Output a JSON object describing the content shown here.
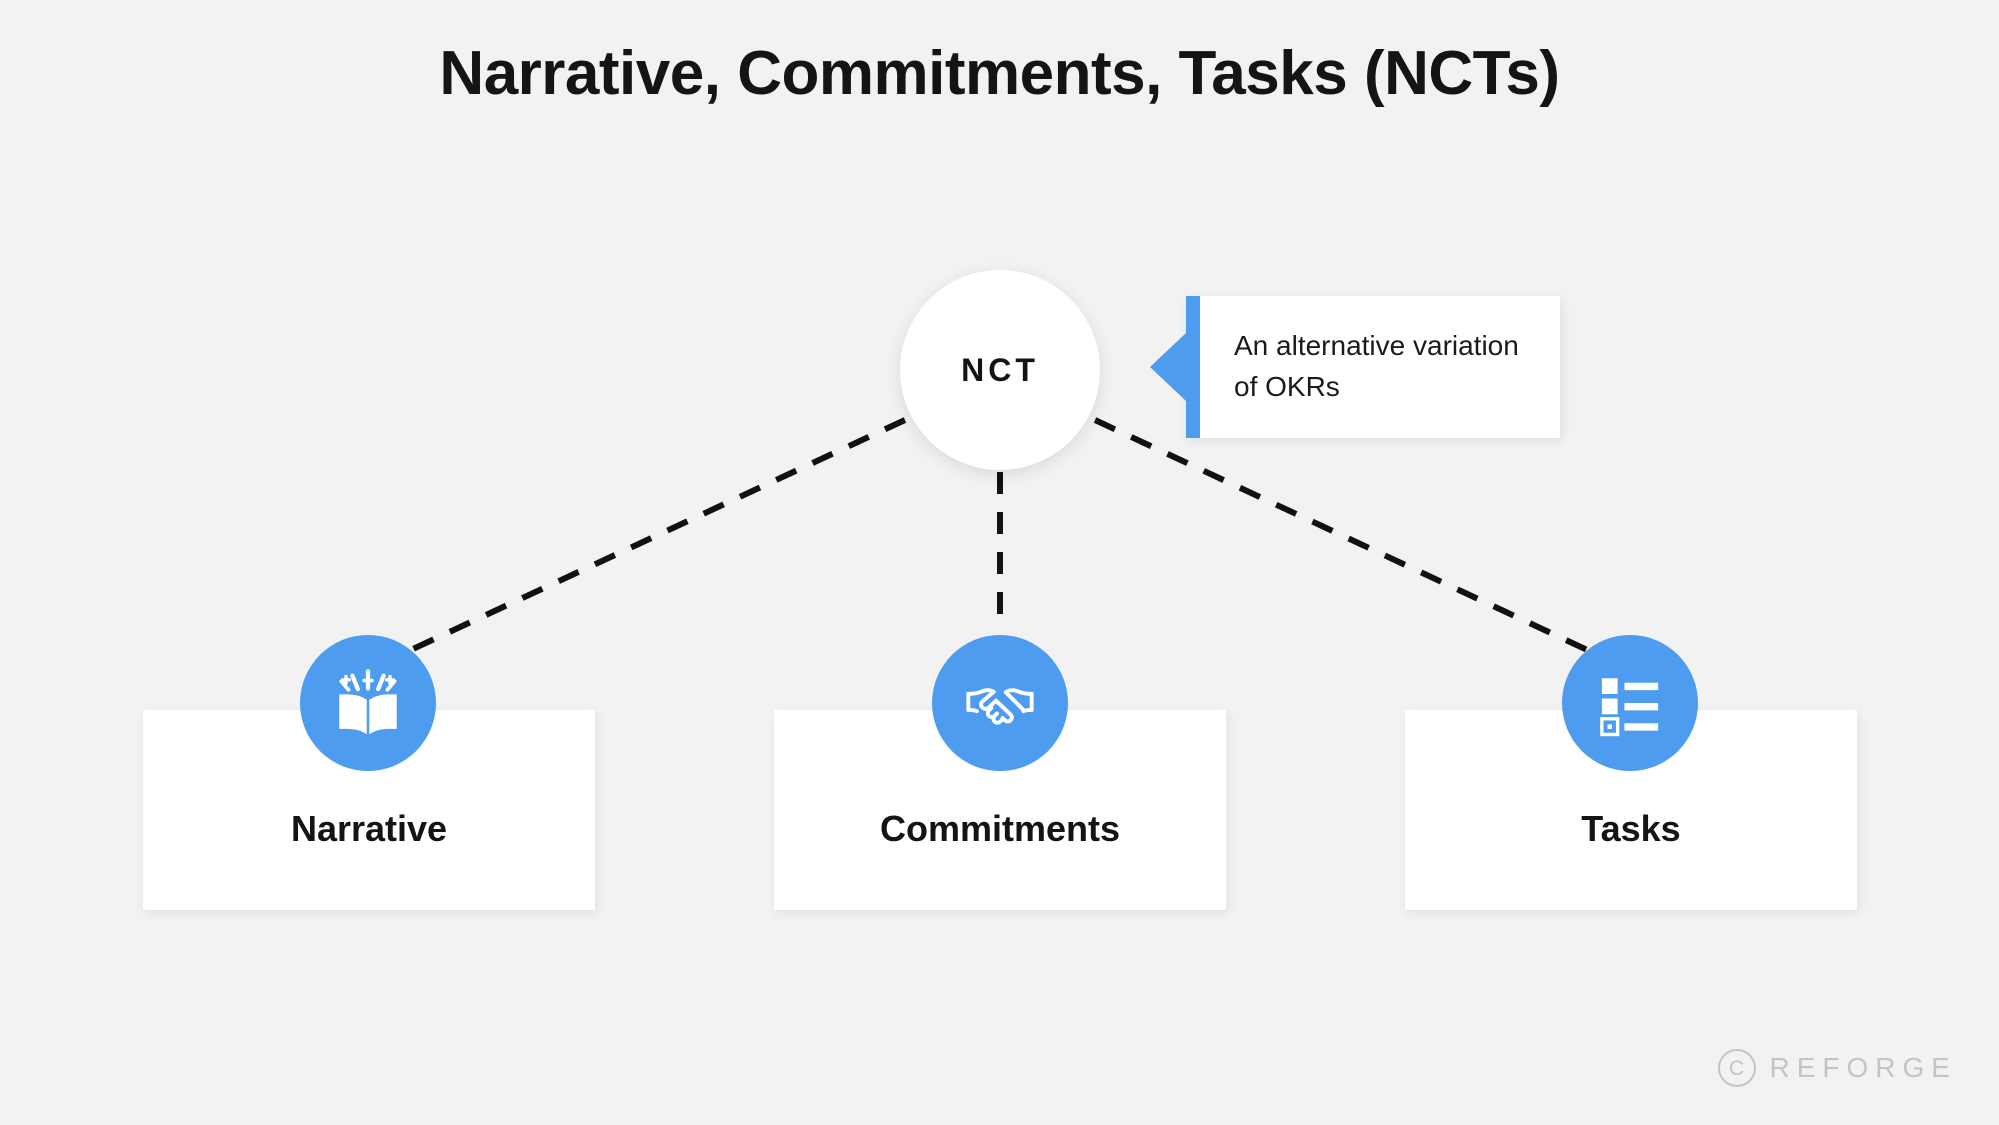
{
  "page": {
    "title": "Narrative, Commitments, Tasks (NCTs)",
    "background_color": "#F2F2F2",
    "accent_color": "#4E9CF0",
    "text_color": "#141414"
  },
  "hub": {
    "label": "NCT",
    "icon": "circle-node"
  },
  "callout": {
    "text": "An alternative variation of OKRs",
    "bar_color": "#4E9CF0",
    "pointer_icon": "triangle-left-icon"
  },
  "nodes": [
    {
      "label": "Narrative",
      "icon": "open-book-sparkle-icon"
    },
    {
      "label": "Commitments",
      "icon": "handshake-icon"
    },
    {
      "label": "Tasks",
      "icon": "task-list-icon"
    }
  ],
  "connectors": {
    "style": "dashed",
    "color": "#111111",
    "count": 3
  },
  "watermark": {
    "copyright_symbol": "C",
    "brand": "REFORGE",
    "color": "#C4C4C4"
  }
}
